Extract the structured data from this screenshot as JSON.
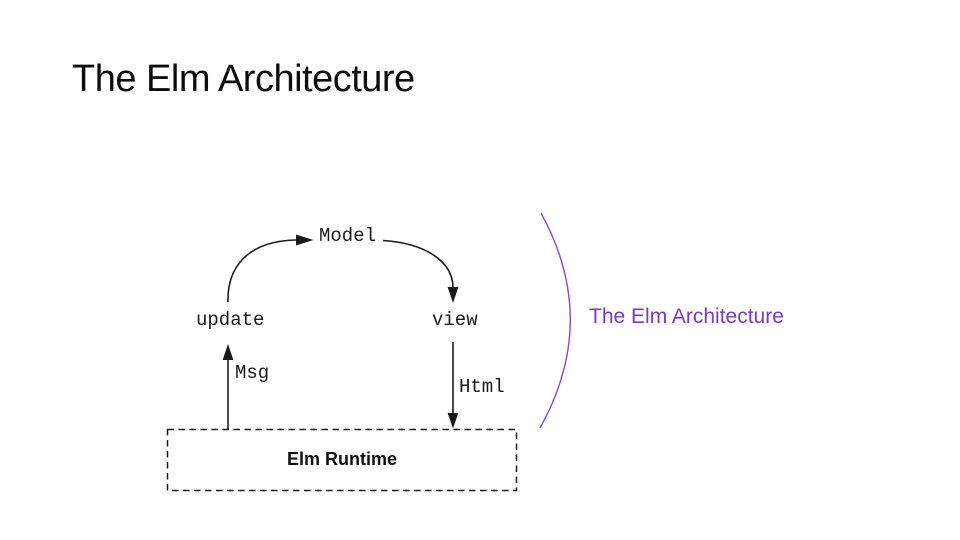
{
  "slide": {
    "title": "The Elm Architecture"
  },
  "diagram": {
    "nodes": {
      "model": "Model",
      "update": "update",
      "view": "view"
    },
    "edges": {
      "msg": "Msg",
      "html": "Html"
    },
    "runtime_label": "Elm Runtime"
  },
  "annotation": {
    "label": "The Elm Architecture"
  },
  "colors": {
    "background": "#ffffff",
    "title_ink": "#0d0d0d",
    "diagram_ink": "#1a1a1a",
    "caption_purple": "#7d3ac4",
    "brace_purple": "#8a4bc8"
  }
}
